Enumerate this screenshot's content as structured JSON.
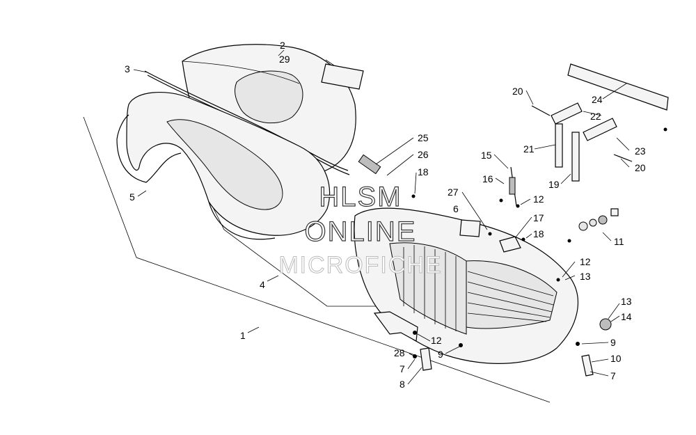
{
  "watermark": {
    "line1": "HLSM",
    "line2": "ONLINE",
    "line3": "MICROFICHE"
  },
  "callouts": [
    {
      "id": "c1",
      "label": "1"
    },
    {
      "id": "c2",
      "label": "2"
    },
    {
      "id": "c29",
      "label": "29"
    },
    {
      "id": "c3",
      "label": "3"
    },
    {
      "id": "c4",
      "label": "4"
    },
    {
      "id": "c5",
      "label": "5"
    },
    {
      "id": "c25",
      "label": "25"
    },
    {
      "id": "c26",
      "label": "26"
    },
    {
      "id": "c18a",
      "label": "18"
    },
    {
      "id": "c27",
      "label": "27"
    },
    {
      "id": "c6",
      "label": "6"
    },
    {
      "id": "c15",
      "label": "15"
    },
    {
      "id": "c16",
      "label": "16"
    },
    {
      "id": "c12a",
      "label": "12"
    },
    {
      "id": "c17",
      "label": "17"
    },
    {
      "id": "c18b",
      "label": "18"
    },
    {
      "id": "c11",
      "label": "11"
    },
    {
      "id": "c12b",
      "label": "12"
    },
    {
      "id": "c13a",
      "label": "13"
    },
    {
      "id": "c13b",
      "label": "13"
    },
    {
      "id": "c14",
      "label": "14"
    },
    {
      "id": "c9a",
      "label": "9"
    },
    {
      "id": "c10",
      "label": "10"
    },
    {
      "id": "c7a",
      "label": "7"
    },
    {
      "id": "c12c",
      "label": "12"
    },
    {
      "id": "c9b",
      "label": "9"
    },
    {
      "id": "c28",
      "label": "28"
    },
    {
      "id": "c7b",
      "label": "7"
    },
    {
      "id": "c8",
      "label": "8"
    },
    {
      "id": "c20a",
      "label": "20"
    },
    {
      "id": "c24",
      "label": "24"
    },
    {
      "id": "c22",
      "label": "22"
    },
    {
      "id": "c21",
      "label": "21"
    },
    {
      "id": "c23",
      "label": "23"
    },
    {
      "id": "c20b",
      "label": "20"
    },
    {
      "id": "c19",
      "label": "19"
    }
  ]
}
